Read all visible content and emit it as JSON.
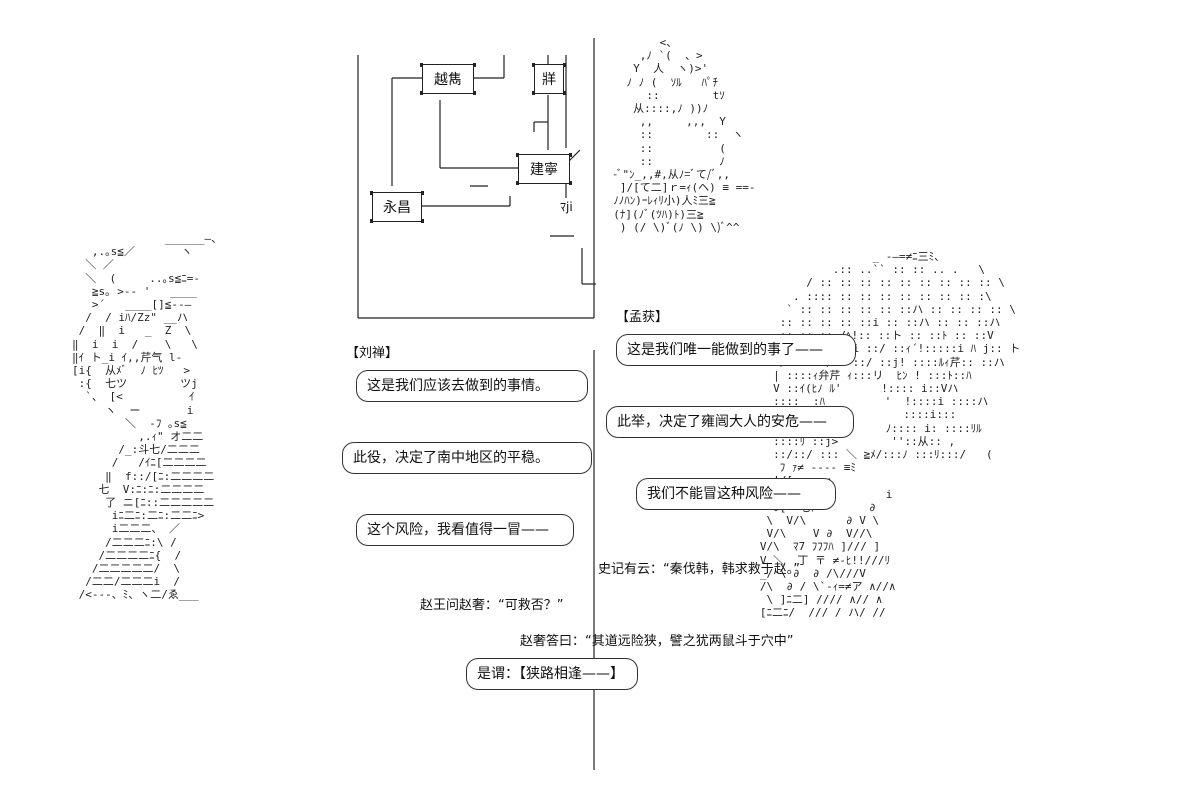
{
  "tree": {
    "nodes": {
      "yuejuan": "越雋",
      "zang": "牂",
      "jianning": "建寧",
      "yongchang": "永昌"
    },
    "fragment": "ﾏji"
  },
  "speakers": {
    "liuchan": "【刘禅】",
    "menghuo": "【孟获】"
  },
  "dialogue": {
    "liuchan_1": "这是我们应该去做到的事情。",
    "liuchan_2": "此役，决定了南中地区的平稳。",
    "liuchan_3": "这个风险，我看值得一冒——",
    "menghuo_1": "这是我们唯一能做到的事了——",
    "menghuo_2": "此举，决定了雍闿大人的安危——",
    "menghuo_3": "我们不能冒这种风险——"
  },
  "narration": {
    "line1": "史记有云：“秦伐韩，韩求救于赵。”",
    "line2": "赵王问赵奢：“可救否？”",
    "line3": "赵奢答曰：“其道远险狭，譬之犹两鼠斗于穴中”",
    "line4": "是谓：【狭路相逢——】"
  },
  "ascii_art": {
    "left_figure": "              ______—、\n   ,.｡s≦／       ヽ\n  ＼ ／          \n  ＼  (     ..｡s≦ﾆ=-\n   ≧s｡ >-- '   ____\n   >´   ____[]≦--― \n  /  / iﾊ/Zz\" __ハ\n /  ‖  i   _  Z  \\\n‖  i  i  /    \\   \\\n‖ｲ ト_i ｲ,,芹气 l-\n[i{  从ﾒﾞ  ﾉ ﾋﾂ   >\n :{  七ツ        ツj\n  `、 [<          ｲ\n     ヽ  ー       i\n        ＼  -ﾌ ｡s≦\n          ,.ｨ\" オ二二\n       /_:斗七/二二二\n      /   /ｲﾆ[二二二二\n     ‖  f::/[ﾆ:二二二二\n    七  V:ﾆ:ﾆ:二二二二\n     了 ニ[ﾆ::二二二二二\n      iﾆ二ﾆ:二ﾆ:二二ﾆ>\n      i二二二、 ／\n     /二二二ﾆ:\\ /\n    /二二二二ﾆ{  /\n   /二二二二二/  \\\n  /二二/二二二i  /\n /<---、ﾐ、ヽ二/ゑ___",
    "right_figure": "                    _ -―=≠ﾆ三ﾐ、\n              .:: ..`` :: :: .. .   \\\n          / :: :: :: :: :: :: :: :: :: \\\n        . :::: :: :: :: :: :: :: :: :\\\n       ` :: :: :: :: :: ::ハ :: :: :: :: \\\n      :: :: :: :: ::i :: ::ハ :: :: ::ハ\n      :: :: :: /ﾍ!:: ::ト :: ::ﾄ :: ::V\n     :: ::/ :: ::i ::/ ::ｨ´!:::::i ﾊ j:: ト\n     :/:: :::/:: ::/ ::j! ::::ﾙｨ芹:: ::ハ\n     | ::::ｨ弁芹 ｨ:::リ  ﾋﾝ ! :::ﾄ::ﾊ\n     V ::ｲ(ﾋﾉ ﾙ'      !:::: i::Vハ\n     ::::  :ﾊ         '  !::::i ::::ハ\n     ::i:ﾄ:  ｲ:::        ::::i:::\n     :: ::: ::i::     ﾉ:::: i: ::::ﾘﾙ\n     ::::ﾘ ::j>        ''::从:: ,\n     ::/::/ ::: ＼ ≧ﾒ/:::ﾉ :::ﾘ:::/   (\n      ﾌ ｧ≠ ---- ≡ﾐ\n     !/[    ::          \n     !/!    ::        i\n     ∂[  七ﾄ        ∂\n    \\  V/\\      ∂ V \\\n    V/\\    V ∂  V//\\\n   V/\\  ﾏ7 ﾌﾌﾌﾊ ]/// ]\n   V ＼  丁 〒 ≠-ﾋ!!///ﾘ\n   _/ \\ ∂  ∂ /\\///V\n   /\\  ∂ / \\`-ｨ=≠ア ∧//∧\n    \\ ]ﾆ二] //// ∧// ∧\n   [ﾆ二ﾆ/  /// / ハ/ // ",
    "top_figure": "         <、\n      ,ﾉ `(  、>\n     Y  人  ヽ)>'\n    ﾉ ﾉ (  ｿﾙ   ﾊﾟﾁ\n       ::        tｿ\n     从::::,ﾉ ))ﾉ\n      ,,     ,,,  Y\n      ::        ::  ヽ\n      ::          (\n      ::          ﾉ\n  -ﾞ\"ﾝ_,,#,从ﾉ=ﾞて/ﾞ,,\n   ]/[て二]ｒ=ｨ(ヘ) ≡ ==-\n  ﾉﾉﾊﾝ)ｰﾚｨﾘ小)人ﾐ三≧\n  (ﾅ](ﾉﾞ(ﾂﾊ)ﾄ)三≧\n   ) (/ \\)ﾞ(ﾉ \\) \\)ﾞ^^"
  }
}
